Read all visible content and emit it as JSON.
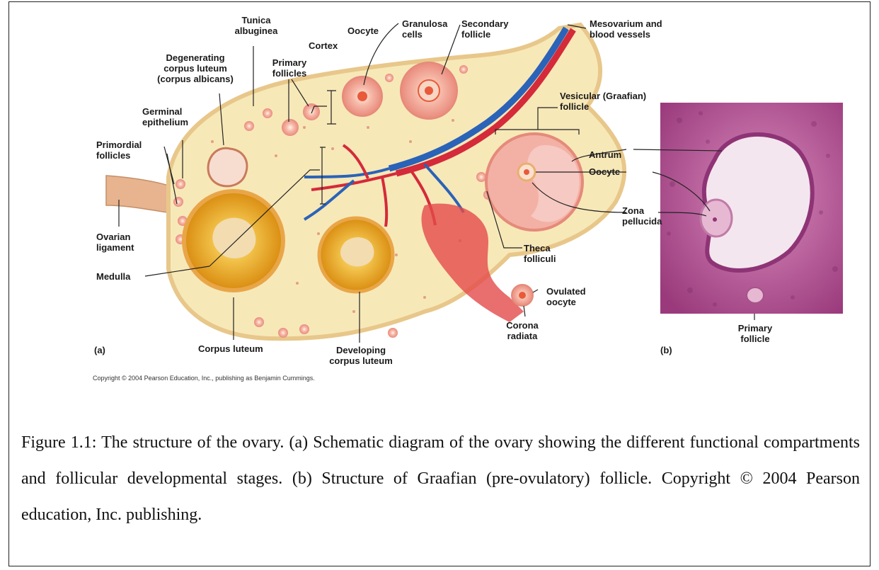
{
  "labels": {
    "tunica_albuginea": "Tunica\nalbuginea",
    "oocyte_top": "Oocyte",
    "granulosa_cells": "Granulosa\ncells",
    "secondary_follicle": "Secondary\nfollicle",
    "mesovarium": "Mesovarium and\nblood vessels",
    "degenerating_corpus_luteum": "Degenerating\ncorpus luteum\n(corpus albicans)",
    "cortex": "Cortex",
    "primary_follicles": "Primary\nfollicles",
    "germinal_epithelium": "Germinal\nepithelium",
    "primordial_follicles": "Primordial\nfollicles",
    "vesicular_follicle": "Vesicular (Graafian)\nfollicle",
    "antrum": "Antrum",
    "oocyte_right": "Oocyte",
    "zona_pellucida": "Zona\npellucida",
    "ovarian_ligament": "Ovarian\nligament",
    "medulla": "Medulla",
    "theca_folliculi": "Theca\nfolliculi",
    "ovulated_oocyte": "Ovulated\noocyte",
    "corona_radiata": "Corona\nradiata",
    "corpus_luteum": "Corpus luteum",
    "developing_corpus_luteum": "Developing\ncorpus luteum",
    "panel_a": "(a)",
    "panel_b": "(b)",
    "primary_follicle": "Primary\nfollicle"
  },
  "copyright_line": "Copyright © 2004 Pearson Education, Inc., publishing as Benjamin Cummings.",
  "caption": "Figure 1.1: The structure of the ovary. (a) Schematic diagram of the ovary showing the different functional compartments and follicular developmental stages. (b) Structure of Graafian (pre-ovulatory) follicle. Copyright © 2004 Pearson education, Inc. publishing.",
  "colors": {
    "ovary_fill": "#f7e8b8",
    "ovary_edge": "#e8c78a",
    "follicle": "#f2a7a0",
    "follicle_center": "#e85a3a",
    "artery": "#d42a3a",
    "vein": "#2a63b8",
    "corpus_luteum": "#f0b428",
    "histology": "#b24a8e",
    "antrum": "#f4e6ee"
  }
}
